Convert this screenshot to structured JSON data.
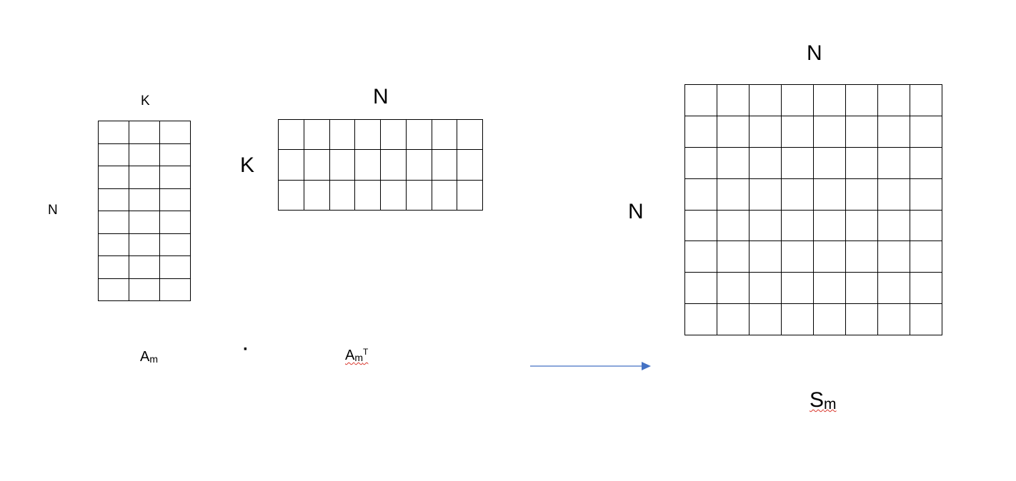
{
  "matrix_a": {
    "col_label": "K",
    "row_label": "N",
    "rows": 8,
    "cols": 3,
    "caption_base": "A",
    "caption_sub": "m"
  },
  "operator": "·",
  "matrix_at": {
    "col_label": "N",
    "row_label": "K",
    "rows": 3,
    "cols": 8,
    "caption_base": "A",
    "caption_sub": "m",
    "caption_sup": "T"
  },
  "matrix_s": {
    "col_label": "N",
    "row_label": "N",
    "rows": 8,
    "cols": 8,
    "caption_base": "S",
    "caption_sub": "m"
  },
  "colors": {
    "arrow": "#4472c4",
    "grid_line": "#000000",
    "spell_squiggle": "#d9352b"
  }
}
